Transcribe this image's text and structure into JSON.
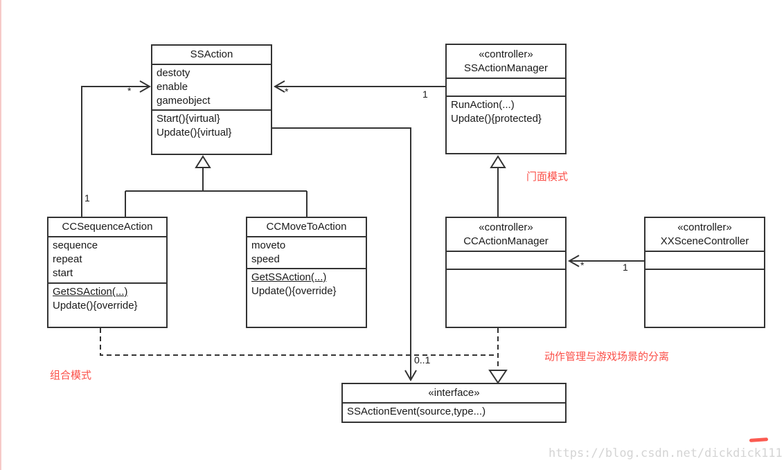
{
  "diagram": {
    "classes": {
      "ssaction": {
        "name": "SSAction",
        "attrs": [
          "destoty",
          "enable",
          "gameobject"
        ],
        "methods": [
          "Start(){virtual}",
          "Update(){virtual}"
        ]
      },
      "ssactionmanager": {
        "stereotype": "«controller»",
        "name": "SSActionManager",
        "methods": [
          "RunAction(...)",
          "Update(){protected}"
        ]
      },
      "ccsequenceaction": {
        "name": "CCSequenceAction",
        "attrs": [
          "sequence",
          "repeat",
          "start"
        ],
        "methods": [
          "GetSSAction(...)",
          "Update(){override}"
        ]
      },
      "ccmovetoaction": {
        "name": "CCMoveToAction",
        "attrs": [
          "moveto",
          "speed"
        ],
        "methods": [
          "GetSSAction(...)",
          "Update(){override}"
        ]
      },
      "ccactionmanager": {
        "stereotype": "«controller»",
        "name": "CCActionManager"
      },
      "xxscenecontroller": {
        "stereotype": "«controller»",
        "name": "XXSceneController"
      },
      "ssactionevent": {
        "stereotype": "«interface»",
        "name": "SSActionEvent(source,type...)"
      }
    },
    "multiplicities": {
      "seq_owns_actions_source": "1",
      "seq_owns_actions_target": "*",
      "manager_owns_actions_source": "1",
      "manager_owns_actions_target": "*",
      "scene_owns_manager_source": "1",
      "scene_owns_manager_target": "*",
      "action_to_event_target": "0..1"
    },
    "annotations": {
      "facade": "门面模式",
      "composite": "组合模式",
      "separation": "动作管理与游戏场景的分离"
    },
    "watermark": "https://blog.csdn.net/dickdick111",
    "colors": {
      "annotation": "#fb4f48",
      "line": "#333333",
      "watermark": "#d4d4d4",
      "left_border": "#f6cac8"
    }
  }
}
